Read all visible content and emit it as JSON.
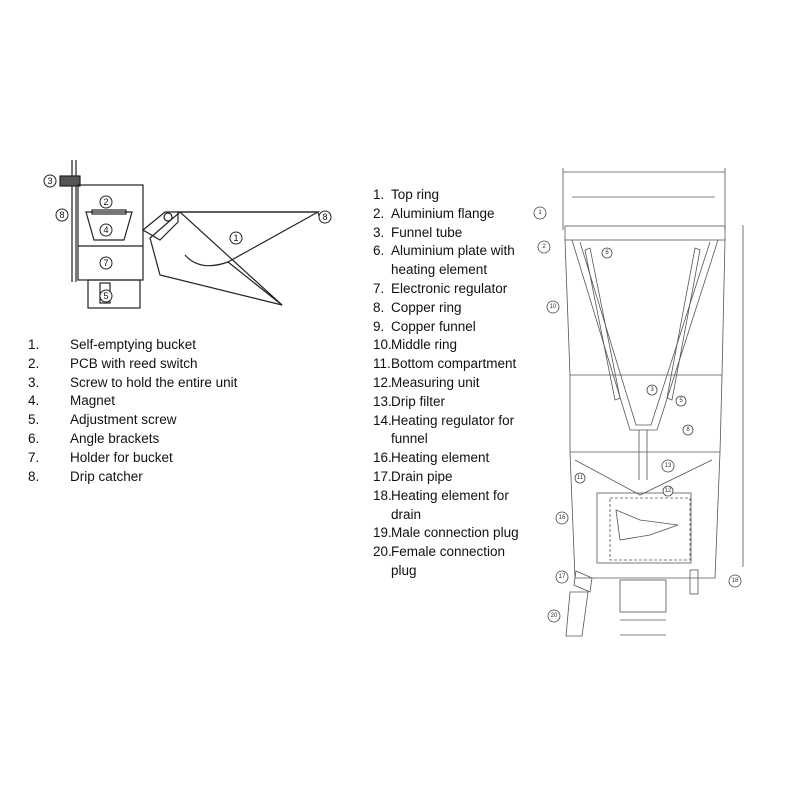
{
  "left_diagram": {
    "callouts": [
      "3",
      "8",
      "2",
      "4",
      "7",
      "5",
      "1",
      "8"
    ]
  },
  "left_legend": [
    {
      "num": "1.",
      "text": "Self-emptying bucket"
    },
    {
      "num": "2.",
      "text": "PCB with reed switch"
    },
    {
      "num": "3.",
      "text": "Screw to hold the entire unit"
    },
    {
      "num": "4.",
      "text": "Magnet"
    },
    {
      "num": "5.",
      "text": "Adjustment screw"
    },
    {
      "num": "6.",
      "text": "Angle brackets"
    },
    {
      "num": "7.",
      "text": "Holder for bucket"
    },
    {
      "num": "8.",
      "text": "Drip catcher"
    }
  ],
  "right_legend": [
    {
      "num": "1.",
      "text": "Top ring"
    },
    {
      "num": "2.",
      "text": "Aluminium flange"
    },
    {
      "num": "3.",
      "text": "Funnel tube"
    },
    {
      "num": "6.",
      "text": "Aluminium plate with\nheating element"
    },
    {
      "num": "7.",
      "text": "Electronic regulator"
    },
    {
      "num": "8.",
      "text": "Copper ring"
    },
    {
      "num": "9.",
      "text": "Copper funnel"
    },
    {
      "num": "10.",
      "text": "Middle ring"
    },
    {
      "num": "11.",
      "text": "Bottom compartment"
    },
    {
      "num": "12.",
      "text": "Measuring unit"
    },
    {
      "num": "13.",
      "text": "Drip filter"
    },
    {
      "num": "14.",
      "text": "Heating regulator for\nfunnel"
    },
    {
      "num": "16.",
      "text": "Heating element"
    },
    {
      "num": "17.",
      "text": "Drain pipe"
    },
    {
      "num": "18.",
      "text": "Heating element for\ndrain"
    },
    {
      "num": "19.",
      "text": "Male connection plug"
    },
    {
      "num": "20.",
      "text": "Female connection\nplug"
    }
  ],
  "right_diagram": {
    "callouts": [
      "1",
      "2",
      "6",
      "10",
      "3",
      "5",
      "8",
      "13",
      "11",
      "12",
      "16",
      "17",
      "18",
      "20"
    ]
  }
}
